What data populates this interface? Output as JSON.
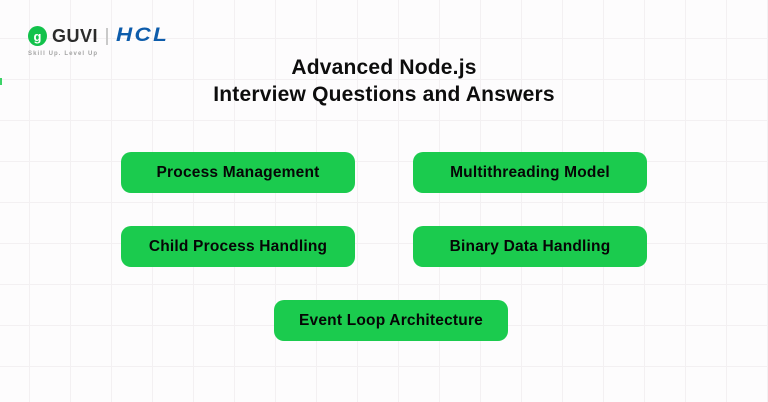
{
  "brand": {
    "icon_letter": "g",
    "guvi_label": "GUVI",
    "hcl_label": "HCL",
    "tagline": "Skill Up. Level Up"
  },
  "title": {
    "line1": "Advanced Node.js",
    "line2": "Interview Questions and Answers"
  },
  "topics": [
    {
      "label": "Process Management"
    },
    {
      "label": "Multithreading Model"
    },
    {
      "label": "Child Process Handling"
    },
    {
      "label": "Binary Data Handling"
    },
    {
      "label": "Event Loop Architecture"
    }
  ],
  "colors": {
    "button_green": "#1bcb4e",
    "guvi_green": "#12c24b",
    "hcl_blue": "#0d5cab",
    "title_text": "#0d0d0d",
    "button_text": "#060606",
    "tagline_gray": "#a3a3a3",
    "background": "#fdfcfd",
    "grid_line": "#f3f0f2"
  }
}
